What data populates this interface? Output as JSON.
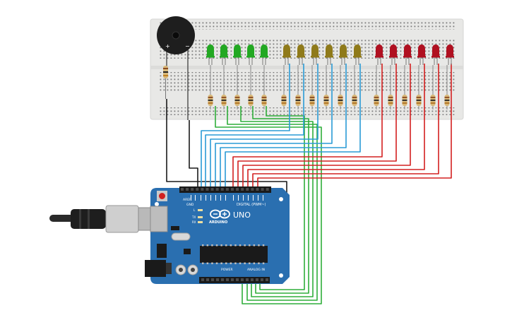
{
  "board": {
    "logo_text": "UNO",
    "brand_text": "ARDUINO",
    "digital_label": "DIGITAL (PWM~)",
    "analog_label": "ANALOG IN",
    "power_label": "POWER",
    "tx_label": "TX",
    "rx_label": "RX",
    "l_label": "L",
    "aref_label": "AREF",
    "gnd_label": "GND"
  },
  "colors": {
    "breadboard": "#e8e8e6",
    "board": "#2a6fb0",
    "green_led": "#22a822",
    "yellow_led": "#8f7a1a",
    "red_led": "#b01020",
    "wire_green": "#2fae3a",
    "wire_blue": "#2a9bd6",
    "wire_red": "#d42020",
    "wire_black": "#1a1a1a"
  },
  "components": {
    "leds": [
      {
        "color": "green",
        "count": 5
      },
      {
        "color": "yellow",
        "count": 6
      },
      {
        "color": "red",
        "count": 6
      }
    ],
    "buzzer_pins": [
      "+",
      "−"
    ]
  }
}
